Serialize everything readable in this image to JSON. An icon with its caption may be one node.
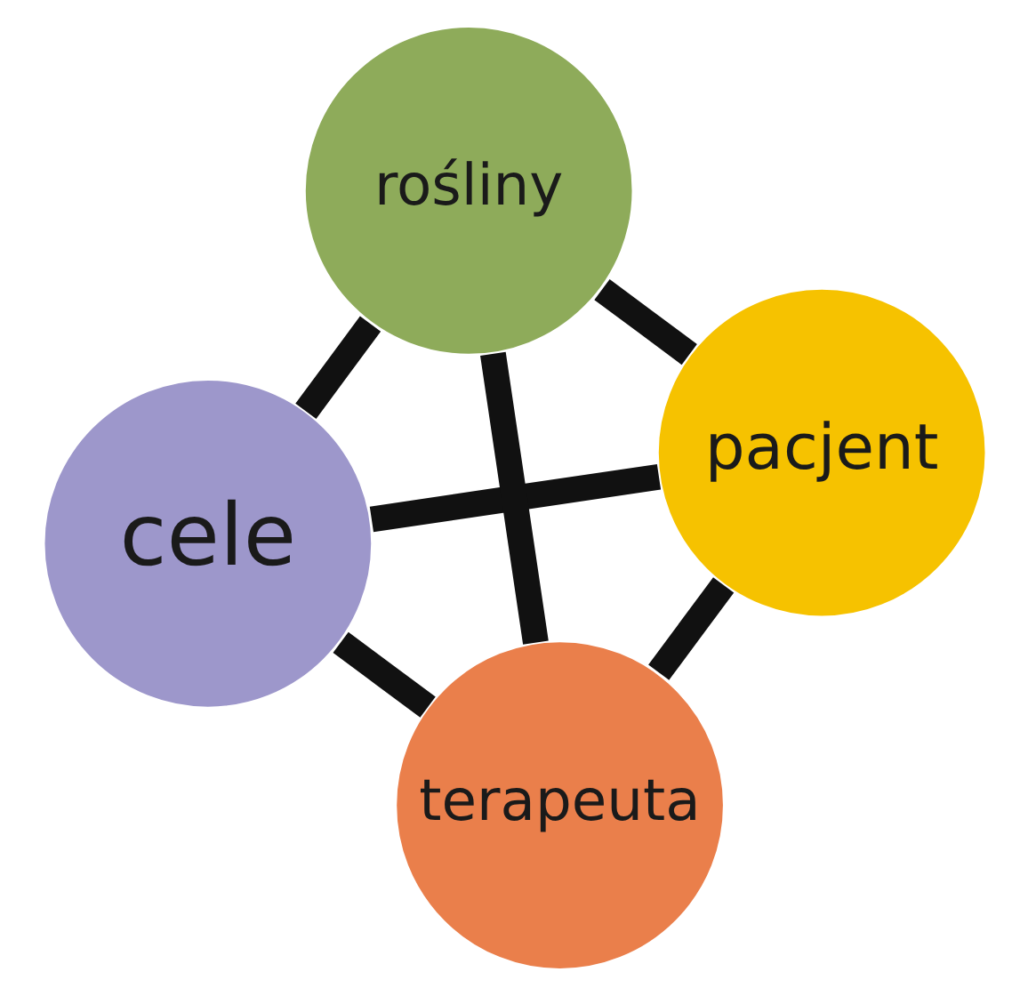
{
  "diagram": {
    "nodes": [
      {
        "text": [
          "cele"
        ]
      },
      {
        "text": [
          "pacjent"
        ]
      },
      {
        "text": [
          "terapeuta"
        ]
      },
      {
        "text": [
          "rośliny"
        ]
      }
    ],
    "edges": [
      {
        "from": 1,
        "to": 0,
        "arrow": "none"
      },
      {
        "from": 1,
        "to": 2,
        "arrow": "none"
      },
      {
        "from": 1,
        "to": 3,
        "arrow": "none"
      },
      {
        "from": 0,
        "to": 3,
        "arrow": "none"
      },
      {
        "from": 3,
        "to": 2,
        "arrow": "none"
      },
      {
        "from": 2,
        "to": 0,
        "arrow": "none"
      }
    ]
  }
}
